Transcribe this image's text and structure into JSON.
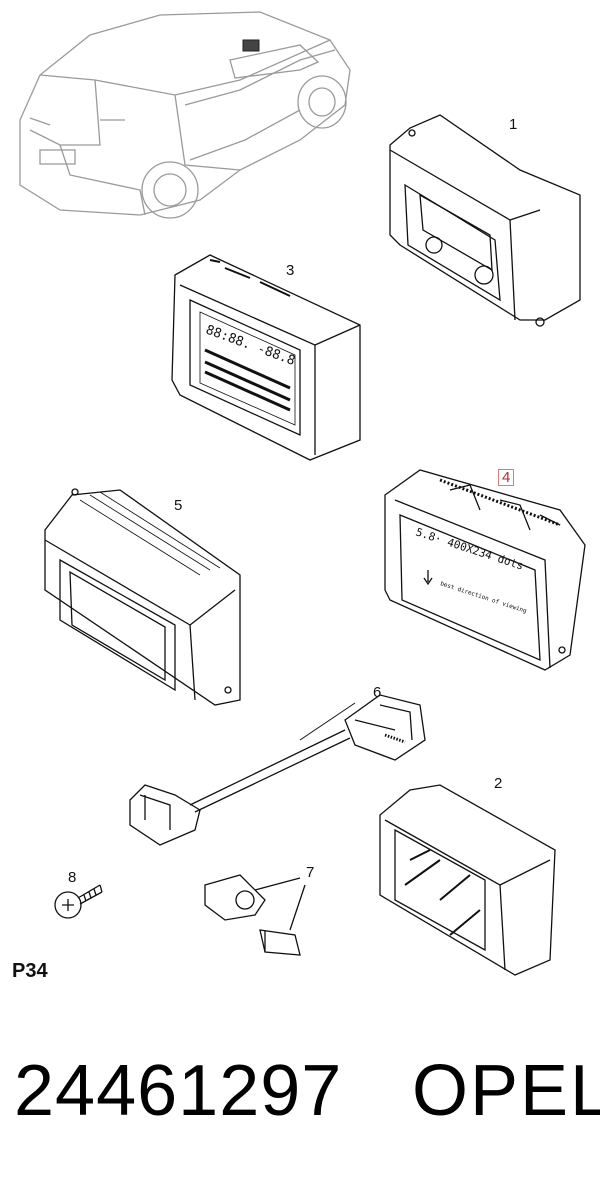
{
  "callouts": [
    {
      "id": "1",
      "label": "1"
    },
    {
      "id": "2",
      "label": "2"
    },
    {
      "id": "3",
      "label": "3"
    },
    {
      "id": "4",
      "label": "4",
      "highlighted": true
    },
    {
      "id": "5",
      "label": "5"
    },
    {
      "id": "6",
      "label": "6"
    },
    {
      "id": "7",
      "label": "7"
    },
    {
      "id": "8",
      "label": "8"
    }
  ],
  "display_text": {
    "line1": "5.8·  400X234  dots",
    "line2": "best  direction  of  viewing"
  },
  "page_code": "P34",
  "part_number": "24461297",
  "brand": "OPEL",
  "colors": {
    "line": "#111111",
    "car": "#9a9a9a",
    "highlight": "#e07a7a"
  }
}
